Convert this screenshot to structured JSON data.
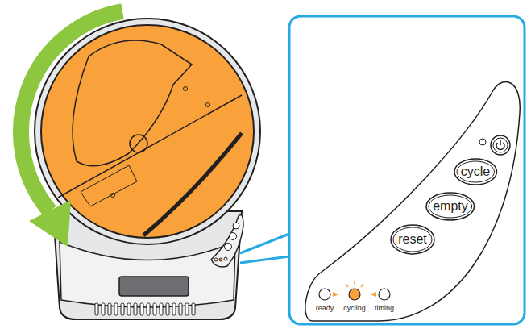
{
  "diagram": {
    "nodes": [
      {
        "text": [
          "cycle"
        ]
      },
      {
        "text": [
          "empty"
        ]
      },
      {
        "text": [
          "reset"
        ]
      }
    ],
    "labels": [
      "ready",
      "cycling",
      "timing"
    ]
  }
}
